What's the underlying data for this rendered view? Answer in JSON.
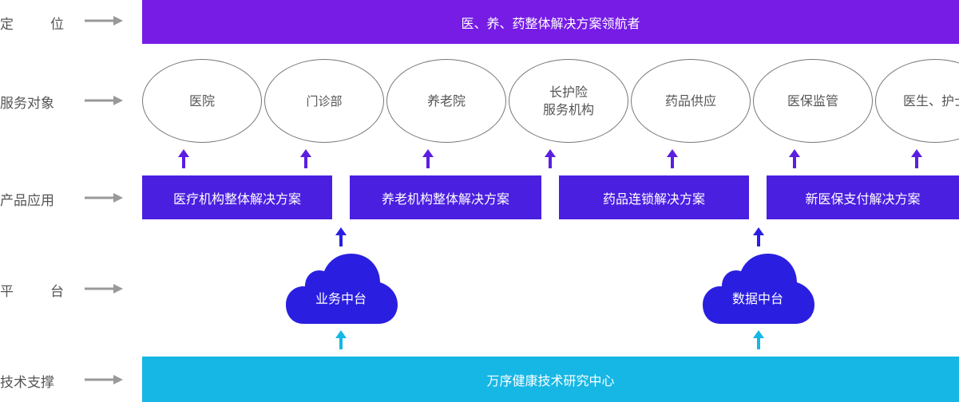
{
  "rows": [
    {
      "label": "定位",
      "chars": [
        "定",
        "位"
      ]
    },
    {
      "label": "服务对象"
    },
    {
      "label": "产品应用"
    },
    {
      "label": "平台",
      "chars": [
        "平",
        "台"
      ]
    },
    {
      "label": "技术支撑"
    }
  ],
  "positioning": {
    "text": "医、养、药整体解决方案领航者"
  },
  "service_targets": [
    {
      "label": "医院"
    },
    {
      "label": "门诊部"
    },
    {
      "label": "养老院"
    },
    {
      "label": "长护险\n服务机构"
    },
    {
      "label": "药品供应"
    },
    {
      "label": "医保监管"
    },
    {
      "label": "医生、护士"
    }
  ],
  "products": [
    {
      "label": "医疗机构整体解决方案"
    },
    {
      "label": "养老机构整体解决方案"
    },
    {
      "label": "药品连锁解决方案"
    },
    {
      "label": "新医保支付解决方案"
    }
  ],
  "platforms": [
    {
      "label": "业务中台"
    },
    {
      "label": "数据中台"
    }
  ],
  "tech_support": {
    "text": "万序健康技术研究中心"
  },
  "colors": {
    "positioning_bar": "#761ce5",
    "product_box": "#4b1fe0",
    "cloud": "#2a1fe0",
    "tech_bar": "#16b7e5",
    "up_arrow_purple": "#5a1fe0",
    "up_arrow_cyan": "#16b7e5",
    "row_arrow": "#999999"
  }
}
